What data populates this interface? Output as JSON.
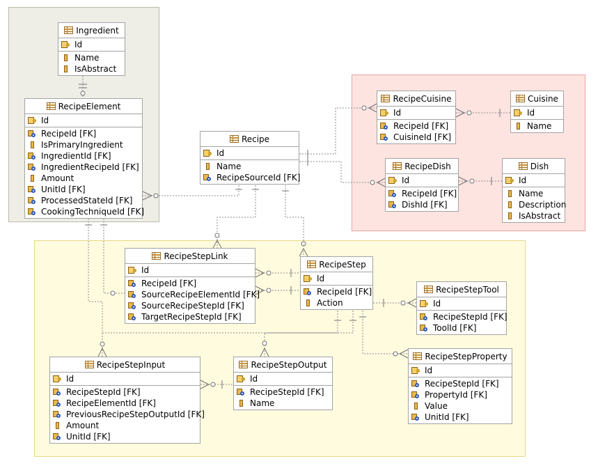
{
  "colors": {
    "region_green": "#eeeee6",
    "region_pink": "#fde4e1",
    "region_yellow": "#fffbdf",
    "connector": "#8a8a8a"
  },
  "icons": {
    "table": "table-icon",
    "primary_key": "primary-key-icon",
    "foreign_key": "foreign-key-icon",
    "column": "column-icon"
  },
  "entities": {
    "ingredient": {
      "title": "Ingredient",
      "sections": [
        [
          {
            "label": "Id",
            "icon": "primary-key-icon"
          }
        ],
        [
          {
            "label": "Name",
            "icon": "column-icon"
          },
          {
            "label": "IsAbstract",
            "icon": "column-icon"
          }
        ]
      ]
    },
    "recipe_element": {
      "title": "RecipeElement",
      "sections": [
        [
          {
            "label": "Id",
            "icon": "primary-key-icon"
          }
        ],
        [
          {
            "label": "RecipeId [FK]",
            "icon": "foreign-key-icon"
          },
          {
            "label": "IsPrimaryIngredient",
            "icon": "column-icon"
          },
          {
            "label": "IngredientId [FK]",
            "icon": "foreign-key-icon"
          },
          {
            "label": "IngredientRecipeId [FK]",
            "icon": "foreign-key-icon"
          },
          {
            "label": "Amount",
            "icon": "column-icon"
          },
          {
            "label": "UnitId [FK]",
            "icon": "foreign-key-icon"
          },
          {
            "label": "ProcessedStateId [FK]",
            "icon": "foreign-key-icon"
          },
          {
            "label": "CookingTechniqueId [FK]",
            "icon": "foreign-key-icon"
          }
        ]
      ]
    },
    "recipe": {
      "title": "Recipe",
      "sections": [
        [
          {
            "label": "Id",
            "icon": "primary-key-icon"
          }
        ],
        [
          {
            "label": "Name",
            "icon": "column-icon"
          },
          {
            "label": "RecipeSourceId [FK]",
            "icon": "foreign-key-icon"
          }
        ]
      ]
    },
    "recipe_cuisine": {
      "title": "RecipeCuisine",
      "sections": [
        [
          {
            "label": "Id",
            "icon": "primary-key-icon"
          }
        ],
        [
          {
            "label": "RecipeId [FK]",
            "icon": "foreign-key-icon"
          },
          {
            "label": "CuisineId [FK]",
            "icon": "foreign-key-icon"
          }
        ]
      ]
    },
    "cuisine": {
      "title": "Cuisine",
      "sections": [
        [
          {
            "label": "Id",
            "icon": "primary-key-icon"
          }
        ],
        [
          {
            "label": "Name",
            "icon": "column-icon"
          }
        ]
      ]
    },
    "recipe_dish": {
      "title": "RecipeDish",
      "sections": [
        [
          {
            "label": "Id",
            "icon": "primary-key-icon"
          }
        ],
        [
          {
            "label": "RecipeId [FK]",
            "icon": "foreign-key-icon"
          },
          {
            "label": "DishId [FK]",
            "icon": "foreign-key-icon"
          }
        ]
      ]
    },
    "dish": {
      "title": "Dish",
      "sections": [
        [
          {
            "label": "Id",
            "icon": "primary-key-icon"
          }
        ],
        [
          {
            "label": "Name",
            "icon": "column-icon"
          },
          {
            "label": "Description",
            "icon": "column-icon"
          },
          {
            "label": "IsAbstract",
            "icon": "column-icon"
          }
        ]
      ]
    },
    "recipe_step_link": {
      "title": "RecipeStepLink",
      "sections": [
        [
          {
            "label": "Id",
            "icon": "primary-key-icon"
          }
        ],
        [
          {
            "label": "RecipeId [FK]",
            "icon": "foreign-key-icon"
          },
          {
            "label": "SourceRecipeElementId [FK]",
            "icon": "foreign-key-icon"
          },
          {
            "label": "SourceRecipeStepId [FK]",
            "icon": "foreign-key-icon"
          },
          {
            "label": "TargetRecipeStepId [FK]",
            "icon": "foreign-key-icon"
          }
        ]
      ]
    },
    "recipe_step": {
      "title": "RecipeStep",
      "sections": [
        [
          {
            "label": "Id",
            "icon": "primary-key-icon"
          }
        ],
        [
          {
            "label": "RecipeId [FK]",
            "icon": "foreign-key-icon"
          },
          {
            "label": "Action",
            "icon": "column-icon"
          }
        ]
      ]
    },
    "recipe_step_tool": {
      "title": "RecipeStepTool",
      "sections": [
        [
          {
            "label": "Id",
            "icon": "primary-key-icon"
          }
        ],
        [
          {
            "label": "RecipeStepId [FK]",
            "icon": "foreign-key-icon"
          },
          {
            "label": "ToolId [FK]",
            "icon": "foreign-key-icon"
          }
        ]
      ]
    },
    "recipe_step_input": {
      "title": "RecipeStepInput",
      "sections": [
        [
          {
            "label": "Id",
            "icon": "primary-key-icon"
          }
        ],
        [
          {
            "label": "RecipeStepId [FK]",
            "icon": "foreign-key-icon"
          },
          {
            "label": "RecipeElementId [FK]",
            "icon": "foreign-key-icon"
          },
          {
            "label": "PreviousRecipeStepOutputId [FK]",
            "icon": "foreign-key-icon"
          },
          {
            "label": "Amount",
            "icon": "column-icon"
          },
          {
            "label": "UnitId [FK]",
            "icon": "foreign-key-icon"
          }
        ]
      ]
    },
    "recipe_step_output": {
      "title": "RecipeStepOutput",
      "sections": [
        [
          {
            "label": "Id",
            "icon": "primary-key-icon"
          }
        ],
        [
          {
            "label": "RecipeStepId [FK]",
            "icon": "foreign-key-icon"
          },
          {
            "label": "Name",
            "icon": "column-icon"
          }
        ]
      ]
    },
    "recipe_step_property": {
      "title": "RecipeStepProperty",
      "sections": [
        [
          {
            "label": "Id",
            "icon": "primary-key-icon"
          }
        ],
        [
          {
            "label": "RecipeStepId [FK]",
            "icon": "foreign-key-icon"
          },
          {
            "label": "PropertyId [FK]",
            "icon": "foreign-key-icon"
          },
          {
            "label": "Value",
            "icon": "column-icon"
          },
          {
            "label": "UnitId [FK]",
            "icon": "foreign-key-icon"
          }
        ]
      ]
    }
  }
}
